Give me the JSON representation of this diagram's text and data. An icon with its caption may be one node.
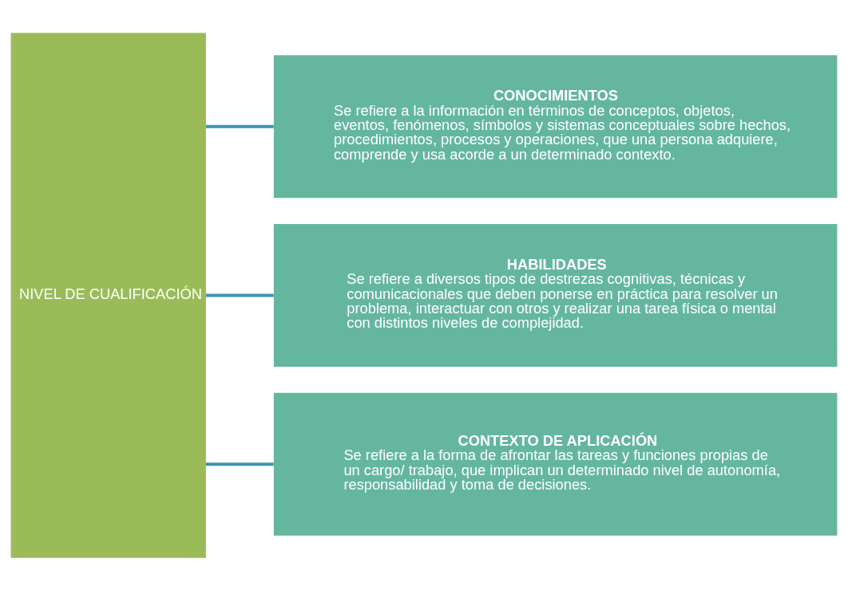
{
  "diagram": {
    "nodes": [
      {
        "text": [
          "NIVEL DE CUALIFICACIÓN"
        ]
      },
      {
        "text": [
          "CONOCIMIENTOS",
          "Se refiere a la información en términos de conceptos, objetos, eventos, fenómenos, símbolos y sistemas conceptuales sobre hechos, procedimientos, procesos y operaciones, que una persona adquiere, comprende y usa acorde a un determinado contexto."
        ]
      },
      {
        "text": [
          "HABILIDADES",
          "Se refiere a diversos tipos de destrezas cognitivas, técnicas y comunicacionales que deben ponerse en práctica para resolver un problema, interactuar con otros y realizar una tarea física o mental con distintos niveles de complejidad."
        ]
      },
      {
        "text": [
          "CONTEXTO DE APLICACIÓN",
          "Se refiere a la forma de afrontar las tareas y funciones propias de un cargo/ trabajo, que implican un determinado nivel de autonomía, responsabilidad y toma de decisiones."
        ]
      }
    ],
    "edges": [
      {
        "from": 0,
        "to": 1,
        "arrow": "none"
      },
      {
        "from": 0,
        "to": 2,
        "arrow": "none"
      },
      {
        "from": 0,
        "to": 3,
        "arrow": "none"
      }
    ]
  }
}
